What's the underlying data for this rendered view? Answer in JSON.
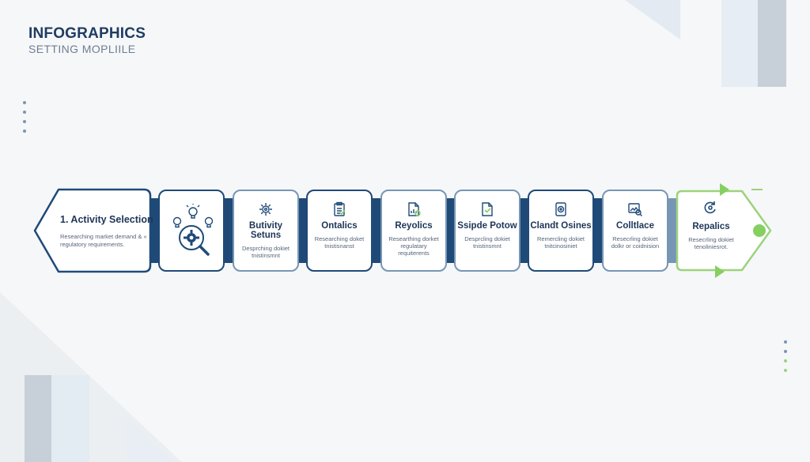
{
  "header": {
    "title": "INFOGRAPHICS",
    "subtitle": "SETTING MOPLIILE"
  },
  "colors": {
    "navy": "#1f4a78",
    "steel": "#7796b5",
    "green": "#86cf61",
    "background": "#f6f7f8"
  },
  "steps": [
    {
      "title": "1. Activity Selection",
      "desc": "Researching market demand & « regulatory requirements.",
      "icon": "arrow-pointer-icon"
    },
    {
      "title": "",
      "desc": "",
      "icon": "lightbulbs-gear-magnifier-icon"
    },
    {
      "title": "Butivity Setuns",
      "desc": "Desprching dokiet tnistinsmnt",
      "icon": "gear-icon"
    },
    {
      "title": "Ontalics",
      "desc": "Researching doket tnistisnanst",
      "icon": "clipboard-icon"
    },
    {
      "title": "Reyolics",
      "desc": "Researthing dorket regulatary requiterents",
      "icon": "document-chart-icon"
    },
    {
      "title": "Ssipde Potow",
      "desc": "Desprcling dokiet tnistinsmnt",
      "icon": "document-check-icon"
    },
    {
      "title": "Clandt Osines",
      "desc": "Remercling dokiet tnitcinosiniet",
      "icon": "tablet-target-icon"
    },
    {
      "title": "Colltlace",
      "desc": "Resecrling dokiet dolkr or coidnision",
      "icon": "image-search-icon"
    },
    {
      "title": "Repalics",
      "desc": "Resecrling dokiet tenoliniesrot.",
      "icon": "cycle-arrow-icon"
    }
  ]
}
